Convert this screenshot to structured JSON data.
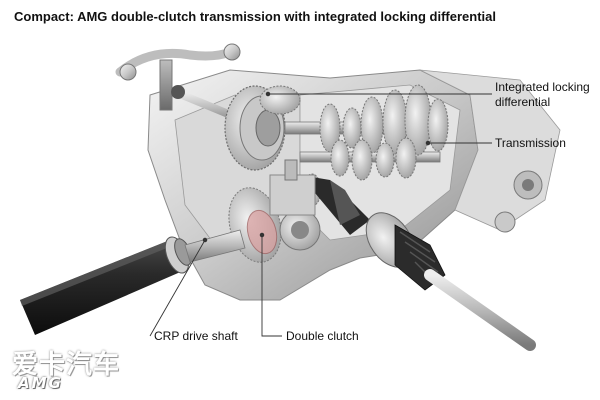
{
  "title": "Compact: AMG double-clutch transmission with integrated locking differential",
  "labels": {
    "integrated_locking_differential": "Integrated locking\ndifferential",
    "transmission": "Transmission",
    "crp_drive_shaft": "CRP drive shaft",
    "double_clutch": "Double clutch"
  },
  "watermark": {
    "text": "爱卡汽车",
    "logo": "AMG"
  }
}
